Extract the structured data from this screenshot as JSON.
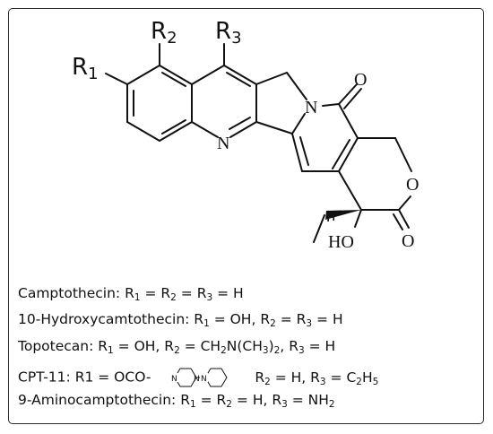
{
  "structure": {
    "r1": "R",
    "r1_sub": "1",
    "r2": "R",
    "r2_sub": "2",
    "r3": "R",
    "r3_sub": "3",
    "n_ring": "N",
    "n_lactam": "N",
    "o_carbonyl": "O",
    "o_ring": "O",
    "o_lactone": "O",
    "hydroxyl": "HO",
    "pip_n1": "N",
    "pip_n2": "N",
    "pip_n3": "N"
  },
  "compounds": [
    {
      "name": "Camptothecin:",
      "parts": [
        {
          "t": "R",
          "sub": "1"
        },
        {
          "t": " = "
        },
        {
          "t": "R",
          "sub": "2"
        },
        {
          "t": " = "
        },
        {
          "t": "R",
          "sub": "3"
        },
        {
          "t": " = H"
        }
      ]
    },
    {
      "name": "10-Hydroxycamtothecin:",
      "parts": [
        {
          "t": "R",
          "sub": "1"
        },
        {
          "t": " = OH, "
        },
        {
          "t": "R",
          "sub": "2"
        },
        {
          "t": " = "
        },
        {
          "t": "R",
          "sub": "3"
        },
        {
          "t": " = H"
        }
      ]
    },
    {
      "name": "Topotecan:",
      "parts": [
        {
          "t": "R",
          "sub": "1"
        },
        {
          "t": " = OH, "
        },
        {
          "t": "R",
          "sub": "2"
        },
        {
          "t": " = CH",
          "sub": "2"
        },
        {
          "t": "N(CH",
          "sub": "3"
        },
        {
          "t": ")",
          "sub": "2"
        },
        {
          "t": ", "
        },
        {
          "t": "R",
          "sub": "3"
        },
        {
          "t": " = H"
        }
      ]
    },
    {
      "name": "CPT-11:",
      "parts_before": [
        {
          "t": "R1 = OCO-"
        }
      ],
      "parts_after": [
        {
          "t": "R",
          "sub": "2"
        },
        {
          "t": " = H, "
        },
        {
          "t": "R",
          "sub": "3"
        },
        {
          "t": " = C",
          "sub": "2"
        },
        {
          "t": "H",
          "sub": "5"
        }
      ]
    },
    {
      "name": "9-Aminocamptothecin:",
      "parts": [
        {
          "t": "R",
          "sub": "1"
        },
        {
          "t": " = "
        },
        {
          "t": "R",
          "sub": "2"
        },
        {
          "t": " = H, "
        },
        {
          "t": "R",
          "sub": "3"
        },
        {
          "t": " = NH",
          "sub": "2"
        }
      ]
    }
  ]
}
